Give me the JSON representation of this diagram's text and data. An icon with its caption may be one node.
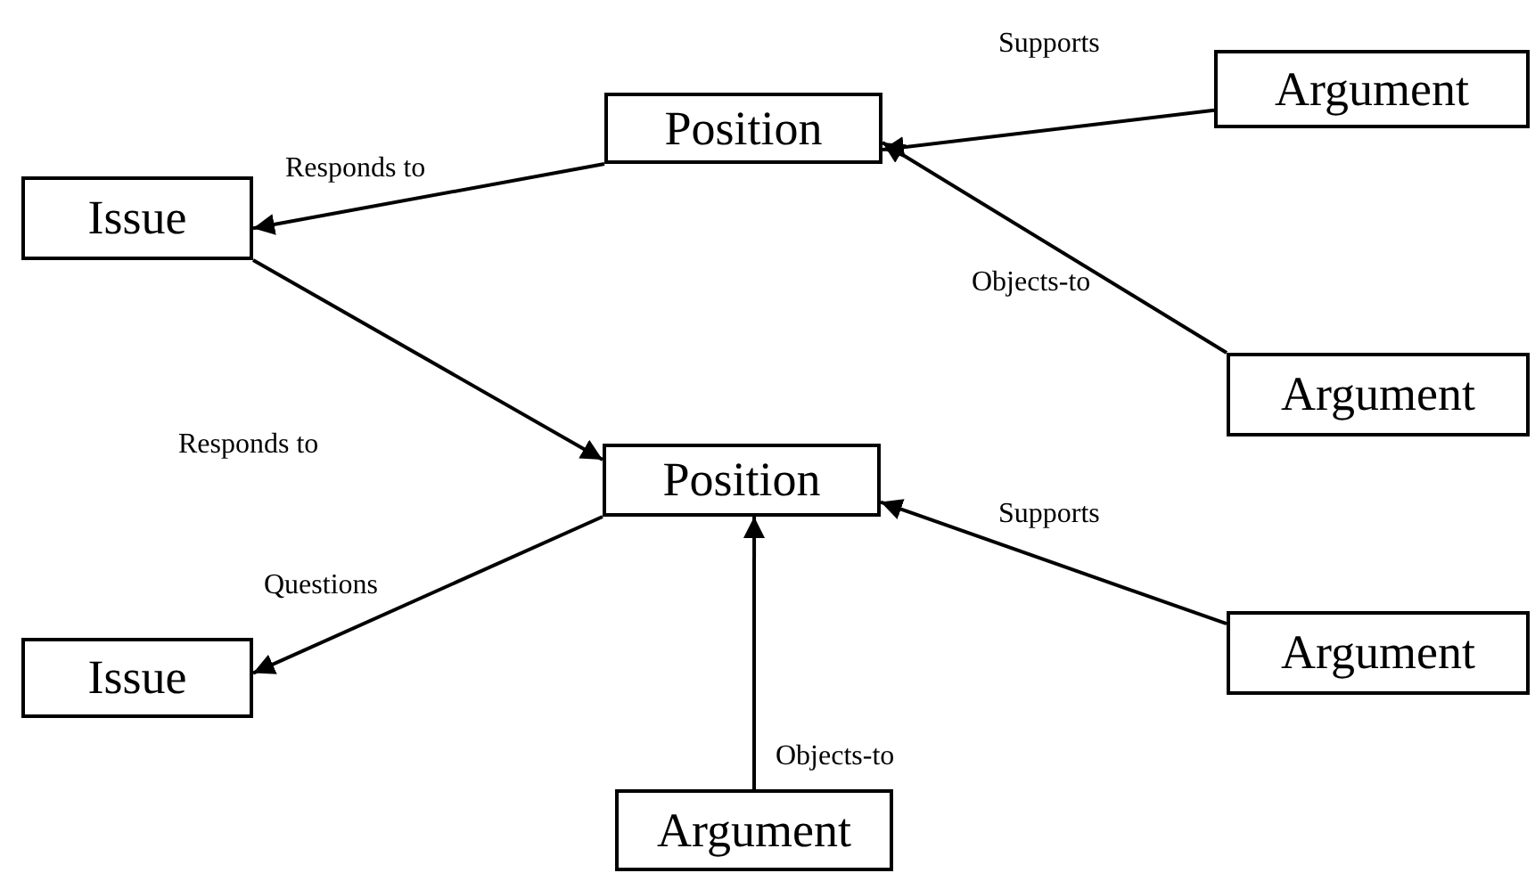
{
  "diagram": {
    "nodes": [
      {
        "text": [
          "Position"
        ]
      },
      {
        "text": [
          "Argument"
        ]
      },
      {
        "text": [
          "Issue"
        ]
      },
      {
        "text": [
          "Argument"
        ]
      },
      {
        "text": [
          "Position"
        ]
      },
      {
        "text": [
          "Issue"
        ]
      },
      {
        "text": [
          "Argument"
        ]
      },
      {
        "text": [
          "Argument"
        ]
      }
    ],
    "edges": [
      {
        "from": 0,
        "to": 2,
        "arrow": "to",
        "label": "Responds to"
      },
      {
        "from": 1,
        "to": 0,
        "arrow": "to",
        "label": "Supports"
      },
      {
        "from": 3,
        "to": 0,
        "arrow": "to",
        "label": "Objects-to"
      },
      {
        "from": 2,
        "to": 4,
        "arrow": "to",
        "label": "Responds to"
      },
      {
        "from": 4,
        "to": 5,
        "arrow": "to",
        "label": "Questions"
      },
      {
        "from": 6,
        "to": 4,
        "arrow": "to",
        "label": "Supports"
      },
      {
        "from": 7,
        "to": 4,
        "arrow": "to",
        "label": "Objects-to"
      }
    ]
  }
}
